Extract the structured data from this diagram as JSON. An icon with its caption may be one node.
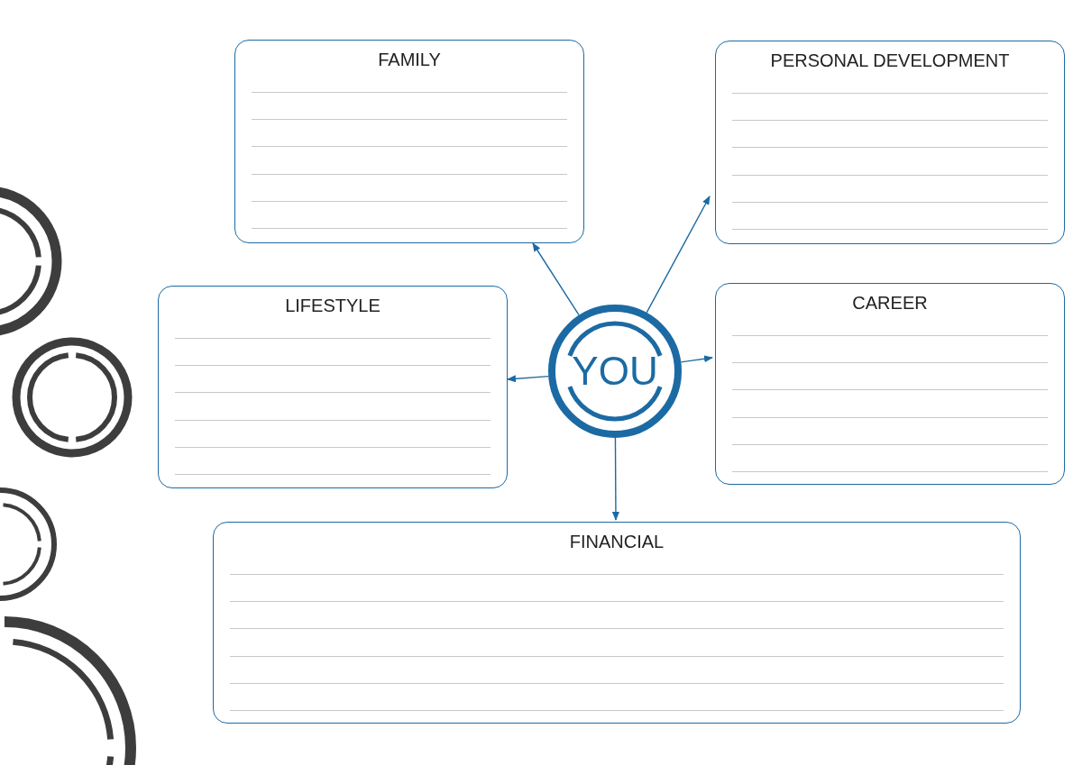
{
  "diagram": {
    "nodes": [
      {
        "text": [
          "FAMILY"
        ]
      },
      {
        "text": [
          "PERSONAL DEVELOPMENT"
        ]
      },
      {
        "text": [
          "LIFESTYLE"
        ]
      },
      {
        "text": [
          "YOU"
        ]
      },
      {
        "text": [
          "CAREER"
        ]
      },
      {
        "text": [
          "FINANCIAL"
        ]
      }
    ],
    "edges": [
      {
        "from": 3,
        "to": 0,
        "arrow": "to"
      },
      {
        "from": 3,
        "to": 1,
        "arrow": "to"
      },
      {
        "from": 3,
        "to": 2,
        "arrow": "to"
      },
      {
        "from": 3,
        "to": 4,
        "arrow": "to"
      },
      {
        "from": 3,
        "to": 5,
        "arrow": "to"
      }
    ]
  }
}
